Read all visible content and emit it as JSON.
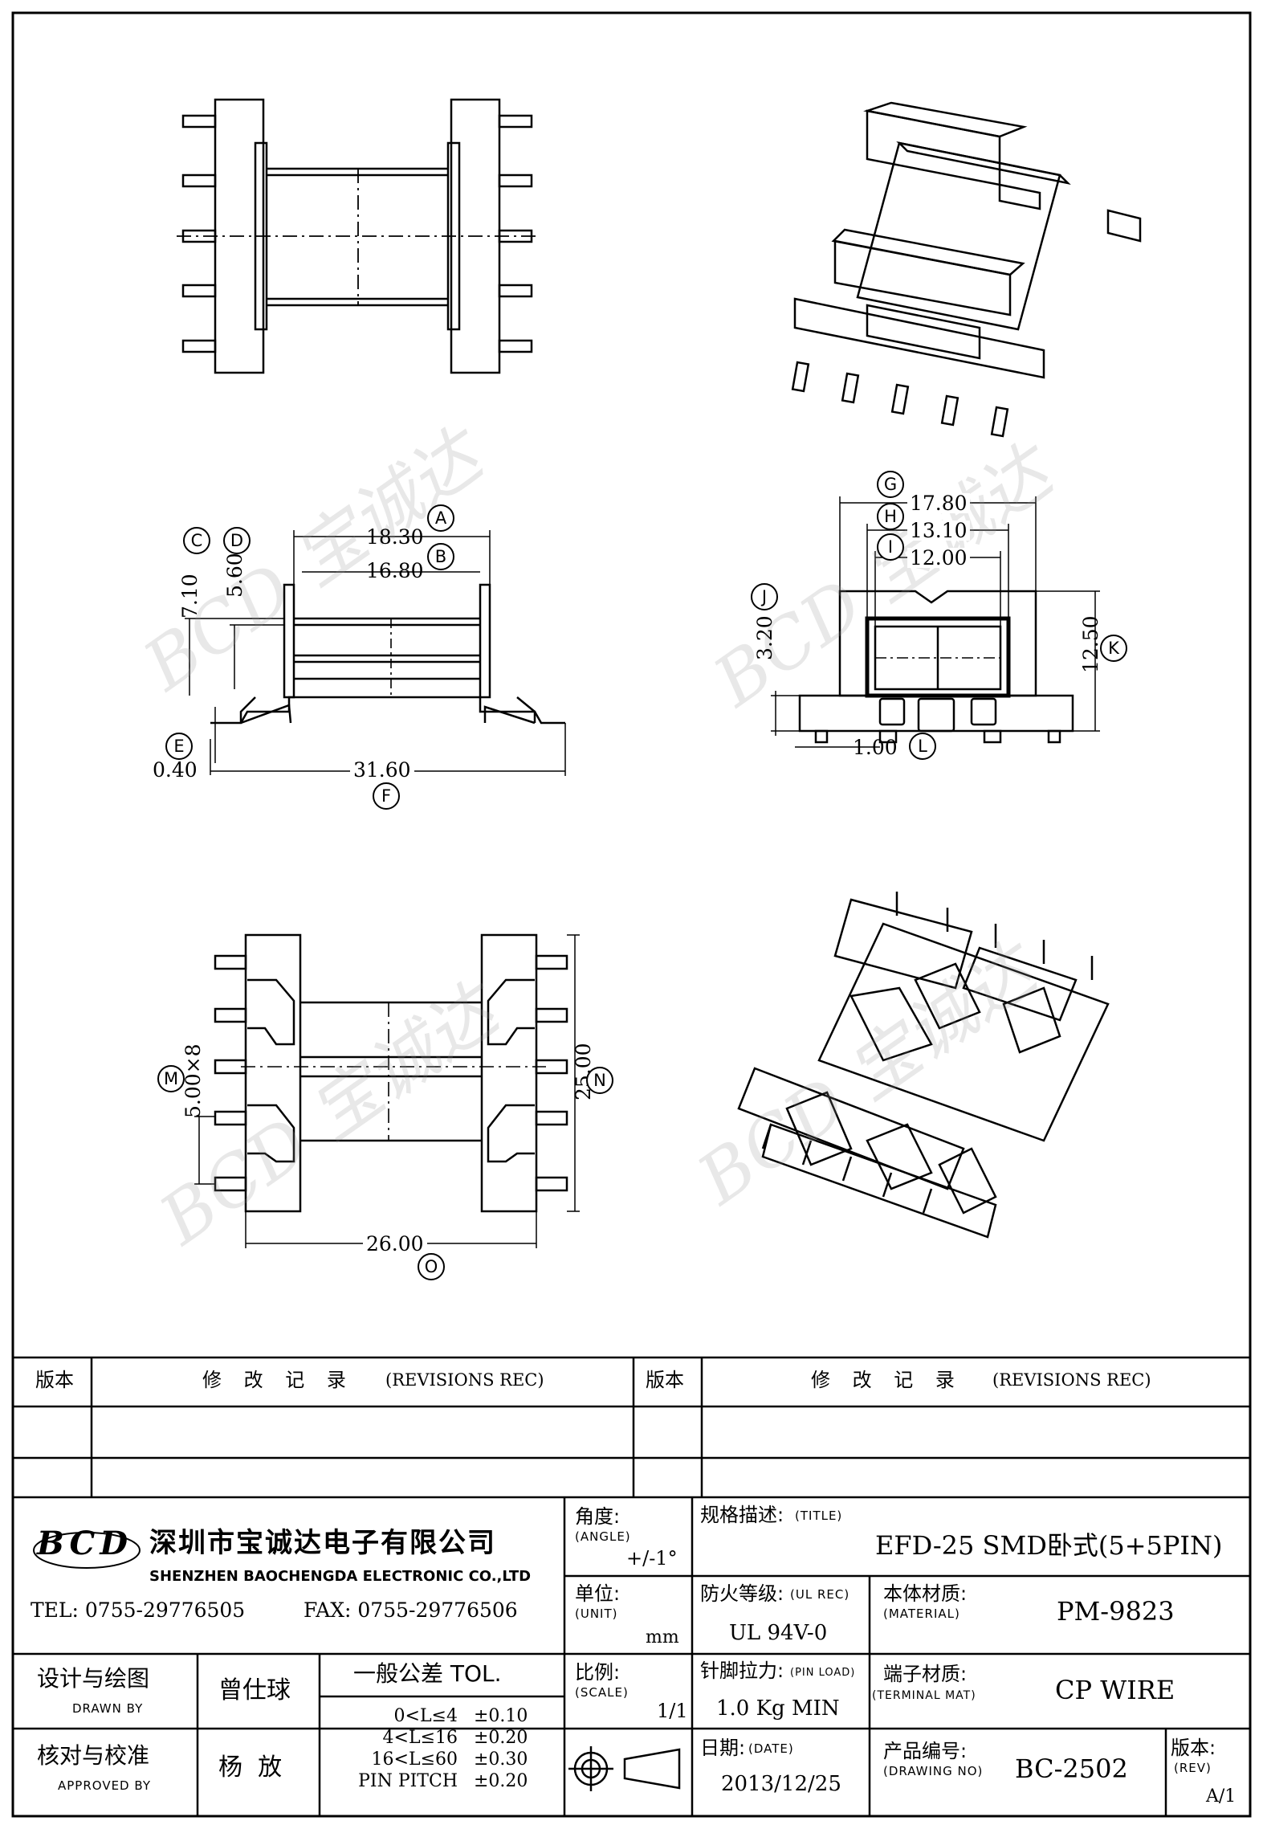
{
  "drawing": {
    "dims": {
      "A": {
        "value": "18.30",
        "letter": "A"
      },
      "B": {
        "value": "16.80",
        "letter": "B"
      },
      "C": {
        "value": "7.10",
        "letter": "C"
      },
      "D": {
        "value": "5.60",
        "letter": "D"
      },
      "E": {
        "value": "0.40",
        "letter": "E"
      },
      "F": {
        "value": "31.60",
        "letter": "F"
      },
      "G": {
        "value": "17.80",
        "letter": "G"
      },
      "H": {
        "value": "13.10",
        "letter": "H"
      },
      "I": {
        "value": "12.00",
        "letter": "I"
      },
      "J": {
        "value": "3.20",
        "letter": "J"
      },
      "K": {
        "value": "12.50",
        "letter": "K"
      },
      "L": {
        "value": "1.00",
        "letter": "L"
      },
      "M": {
        "value": "5.00×8",
        "letter": "M"
      },
      "N": {
        "value": "25.00",
        "letter": "N"
      },
      "O": {
        "value": "26.00",
        "letter": "O"
      }
    },
    "watermark": "BCD 宝诚达"
  },
  "revisions": {
    "version_label": "版本",
    "record_label": "修 改 记 录",
    "record_label_en": "(REVISIONS REC)"
  },
  "company": {
    "logo": "BCD",
    "name_cn": "深圳市宝诚达电子有限公司",
    "name_en": "SHENZHEN BAOCHENGDA ELECTRONIC CO.,LTD",
    "tel": "TEL: 0755-29776505",
    "fax": "FAX: 0755-29776506"
  },
  "titleblock": {
    "angle_label": "角度:",
    "angle_label_en": "(ANGLE)",
    "angle_value": "+/-1°",
    "title_label": "规格描述:",
    "title_label_en": "(TITLE)",
    "title_value": "EFD-25 SMD卧式(5+5PIN)",
    "unit_label": "单位:",
    "unit_label_en": "(UNIT)",
    "unit_value": "mm",
    "ul_label": "防火等级:",
    "ul_label_en": "(UL REC)",
    "ul_value": "UL 94V-0",
    "material_label": "本体材质:",
    "material_label_en": "(MATERIAL)",
    "material_value": "PM-9823",
    "scale_label": "比例:",
    "scale_label_en": "(SCALE)",
    "scale_value": "1/1",
    "pinload_label": "针脚拉力:",
    "pinload_label_en": "(PIN LOAD)",
    "pinload_value": "1.0 Kg MIN",
    "terminal_label": "端子材质:",
    "terminal_label_en": "(TERMINAL MAT)",
    "terminal_value": "CP WIRE",
    "date_label": "日期:",
    "date_label_en": "(DATE)",
    "date_value": "2013/12/25",
    "drawing_no_label": "产品编号:",
    "drawing_no_label_en": "(DRAWING NO)",
    "drawing_no_value": "BC-2502",
    "rev_label": "版本:",
    "rev_label_en": "(REV)",
    "rev_value": "A/1",
    "drawn_label": "设计与绘图",
    "drawn_label_en": "DRAWN BY",
    "drawn_value": "曾仕球",
    "approved_label": "核对与校准",
    "approved_label_en": "APPROVED BY",
    "approved_value": "杨  放",
    "tol_title": "一般公差 TOL.",
    "tol_rows": [
      {
        "range": "0<L≤4",
        "value": "±0.10"
      },
      {
        "range": "4<L≤16",
        "value": "±0.20"
      },
      {
        "range": "16<L≤60",
        "value": "±0.30"
      },
      {
        "range": "PIN PITCH",
        "value": "±0.20"
      }
    ]
  }
}
